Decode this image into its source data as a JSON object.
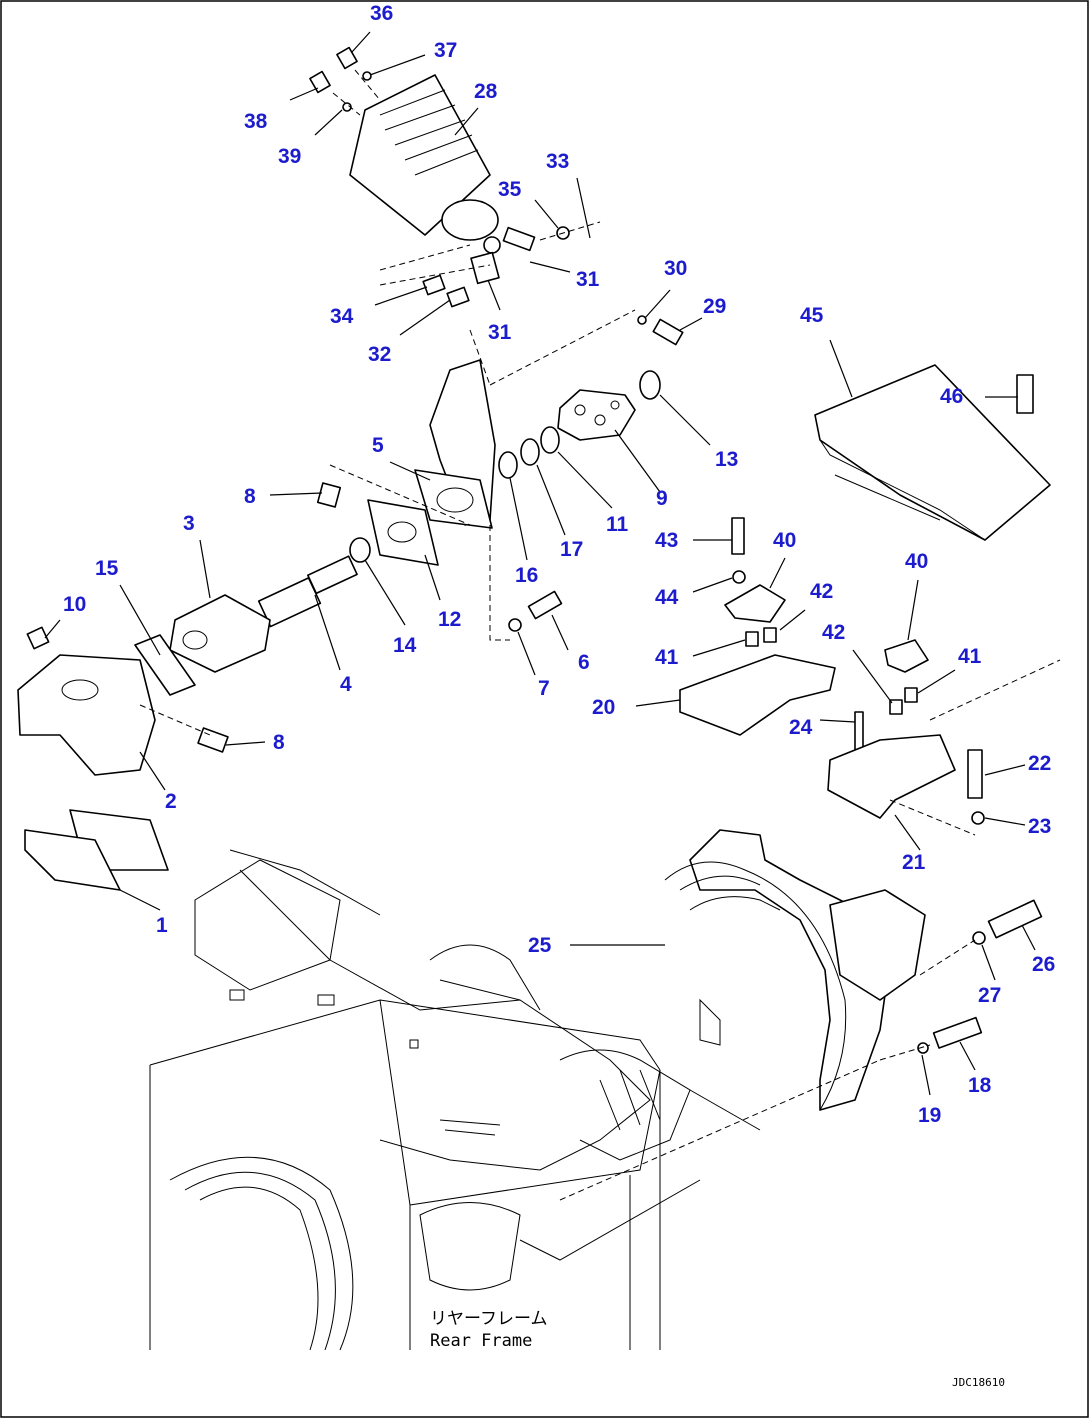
{
  "diagram": {
    "callouts": [
      "1",
      "2",
      "3",
      "4",
      "5",
      "6",
      "7",
      "8",
      "9",
      "10",
      "11",
      "12",
      "13",
      "14",
      "15",
      "16",
      "17",
      "18",
      "19",
      "20",
      "21",
      "22",
      "23",
      "24",
      "25",
      "26",
      "27",
      "28",
      "29",
      "30",
      "31",
      "32",
      "33",
      "34",
      "35",
      "36",
      "37",
      "38",
      "39",
      "40",
      "41",
      "42",
      "43",
      "44",
      "45",
      "46"
    ],
    "frame_label_jp": "リヤーフレーム",
    "frame_label_en": "Rear Frame",
    "drawing_code": "JDC18610"
  },
  "colors": {
    "callout": "#1c1ccc",
    "line": "#000000",
    "background": "#ffffff"
  }
}
